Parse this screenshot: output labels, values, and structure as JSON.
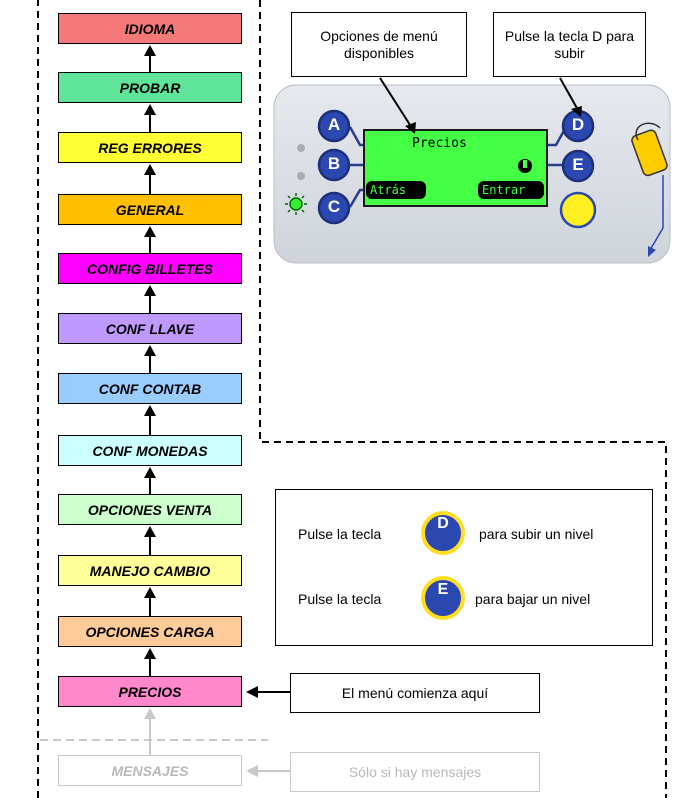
{
  "menu": {
    "items": [
      {
        "label": "IDIOMA",
        "color": "#f47a7a"
      },
      {
        "label": "PROBAR",
        "color": "#5fe59a"
      },
      {
        "label": "REG ERRORES",
        "color": "#ffff33"
      },
      {
        "label": "GENERAL",
        "color": "#ffc000"
      },
      {
        "label": "CONFIG BILLETES",
        "color": "#ff00ff"
      },
      {
        "label": "CONF LLAVE",
        "color": "#bf99ff"
      },
      {
        "label": "CONF CONTAB",
        "color": "#99ccff"
      },
      {
        "label": "CONF MONEDAS",
        "color": "#ccffff"
      },
      {
        "label": "OPCIONES VENTA",
        "color": "#ccffcc"
      },
      {
        "label": "MANEJO CAMBIO",
        "color": "#ffff99"
      },
      {
        "label": "OPCIONES CARGA",
        "color": "#ffcc99"
      },
      {
        "label": "PRECIOS",
        "color": "#ff88cc"
      }
    ],
    "ghost_item": {
      "label": "MENSAJES"
    }
  },
  "callouts": {
    "options_label": "Opciones de menú disponibles",
    "press_d_label": "Pulse la tecla D para subir",
    "start_here": "El menú comienza aquí",
    "only_messages": "Sólo si hay mensajes"
  },
  "legend": {
    "press_key": "Pulse la tecla",
    "up_level": "para subir un nivel",
    "down_level": "para bajar un nivel",
    "key_d": "D",
    "key_e": "E"
  },
  "panel": {
    "lcd_title": "Precios",
    "lcd_left_softkey": "Atrás",
    "lcd_right_softkey": "Entrar",
    "keys": {
      "a": "A",
      "b": "B",
      "c": "C",
      "d": "D",
      "e": "E"
    },
    "lcd_color": "#44ff44",
    "key_color": "#2a48b0",
    "panel_color": "#d8dde4"
  }
}
